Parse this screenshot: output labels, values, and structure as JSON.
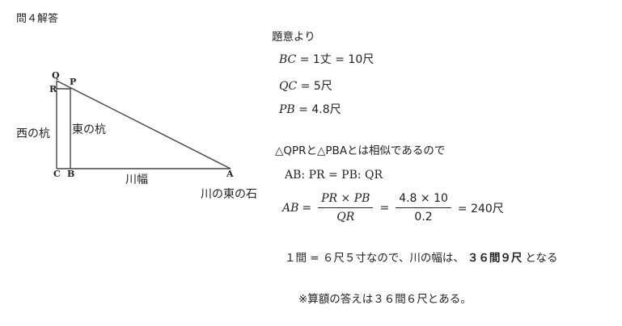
{
  "title": "問４解答",
  "figure": {
    "points": {
      "Q": "Q",
      "P": "P",
      "R": "R",
      "C": "C",
      "B": "B",
      "A": "A"
    },
    "labels": {
      "west_stake": "西の杭",
      "east_stake": "東の杭",
      "river_width": "川幅",
      "river_stone": "川の東の石"
    }
  },
  "intro": "題意より",
  "given": {
    "bc": {
      "lhs": "BC",
      "rhs": "= 1丈 = 10尺"
    },
    "qc": {
      "lhs": "QC",
      "rhs": "= 5尺"
    },
    "pb": {
      "lhs": "PB",
      "rhs": "= 4.8尺"
    }
  },
  "similarity": "△QPRと△PBAとは相似であるので",
  "ratio": "AB: PR = PB: QR",
  "calc": {
    "lhs": "AB",
    "eq1": "=",
    "frac1_num": "PR × PB",
    "frac1_den": "QR",
    "eq2": "=",
    "frac2_num": "4.8 × 10",
    "frac2_den": "0.2",
    "result": "= 240尺"
  },
  "conversion": {
    "prefix": "１間 = ６尺５寸なので、川の幅は、",
    "answer": "３６間９尺",
    "suffix": "となる"
  },
  "note": "※算額の答えは３６間６尺とある。"
}
